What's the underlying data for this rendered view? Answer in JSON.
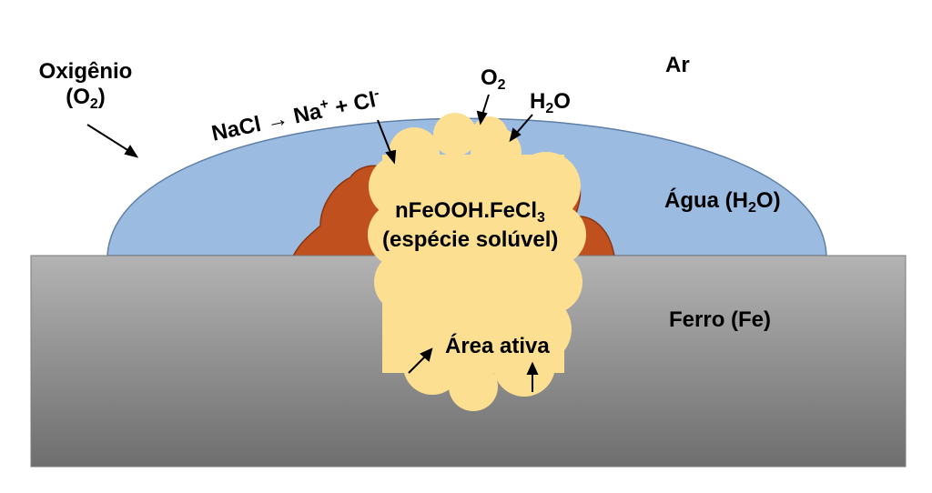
{
  "labels": {
    "oxygen_word": "Oxigênio",
    "oxygen_formula_open": "(O",
    "oxygen_formula_sub": "2",
    "oxygen_formula_close": ")",
    "air": "Ar",
    "o2_base": "O",
    "o2_sub": "2",
    "h2o_h": "H",
    "h2o_sub": "2",
    "h2o_o": "O",
    "nacl_text": "NaCl",
    "nacl_arrow": "→",
    "na": "Na",
    "na_sup": "+",
    "plus": "+",
    "cl": "Cl",
    "cl_sup": "-",
    "water_open": "Água (H",
    "water_sub": "2",
    "water_close": "O)",
    "product_base": "nFeOOH.FeCl",
    "product_sub": "3",
    "soluble": "(espécie solúvel)",
    "iron": "Ferro (Fe)",
    "active_area": "Área ativa"
  },
  "colors": {
    "water": "#9bbbe0",
    "water_edge": "#5f7fa8",
    "iron_top": "#b3b3b3",
    "iron_bottom": "#6e6e6e",
    "rust": "#c0501d",
    "rust_edge": "#8a3512",
    "soluble_species": "#fddf92"
  }
}
